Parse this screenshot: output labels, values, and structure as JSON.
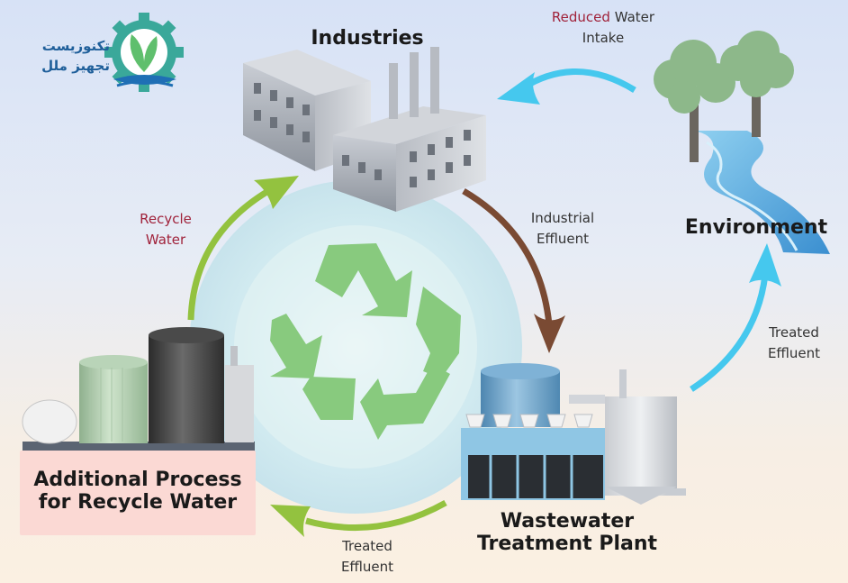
{
  "logo": {
    "line1": "تکنوزیست",
    "line2": "تجهیز ملل",
    "icon": "leaf-gear-water-icon",
    "colors": {
      "gear": "#3aa89a",
      "leaf": "#5fbf6d",
      "water": "#1f6fb5"
    }
  },
  "nodes": {
    "industries": "Industries",
    "environment": "Environment",
    "wastewater_line1": "Wastewater",
    "wastewater_line2": "Treatment Plant",
    "additional_line1": "Additional Process",
    "additional_line2": "for Recycle Water"
  },
  "flows": {
    "reduced_intake_a": "Reduced",
    "reduced_intake_b": "Water",
    "reduced_intake_c": "Intake",
    "industrial_effluent_1": "Industrial",
    "industrial_effluent_2": "Effluent",
    "treated_right_1": "Treated",
    "treated_right_2": "Effluent",
    "treated_bottom_1": "Treated",
    "treated_bottom_2": "Effluent",
    "recycle_1": "Recycle",
    "recycle_2": "Water"
  },
  "colors": {
    "accent_red": "#a0223a",
    "arrow_blue": "#45c8ee",
    "arrow_brown": "#7a4a33",
    "arrow_green": "#93c23f",
    "recycle_green": "#84c878",
    "add_box": "#fbd9d4"
  }
}
